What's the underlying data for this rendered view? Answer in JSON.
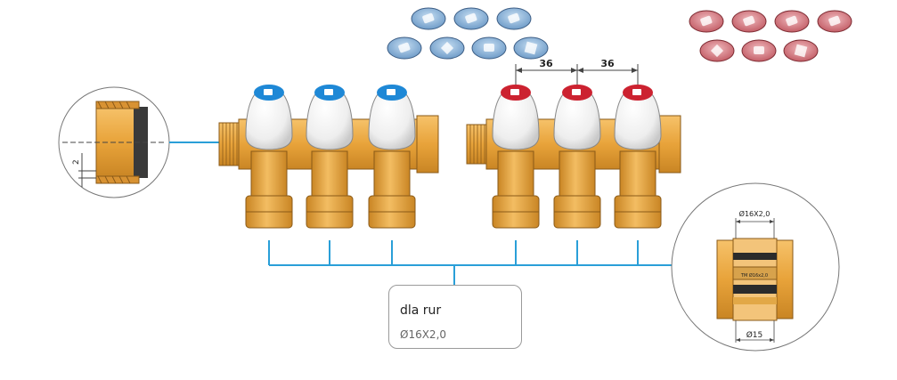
{
  "label": {
    "line1": "dla rur",
    "line2": "Ø16X2,0"
  },
  "dimensions": {
    "spacing_a": "36",
    "spacing_b": "36"
  },
  "detail_thread": {
    "dim": "2"
  },
  "detail_fitting": {
    "top_dim": "Ø16X2,0",
    "bottom_dim": "Ø15",
    "inner_text": "TM Ø16x2,0"
  },
  "colors": {
    "brass": "#e8a33a",
    "brass_dark": "#b9761c",
    "cap_white": "#f4f4f4",
    "blue_accent": "#1e88d6",
    "red_accent": "#cc2230",
    "line_blue": "#2a9fd8",
    "disc_blue": "#8fb9df",
    "disc_red": "#d9868d"
  },
  "icons": {
    "blue_discs": [
      "handle-disc-icon",
      "handle-disc-icon",
      "handle-disc-icon",
      "handle-disc-icon",
      "handle-disc-icon",
      "handle-disc-icon",
      "handle-disc-icon"
    ],
    "red_discs": [
      "handle-disc-icon",
      "handle-disc-icon",
      "handle-disc-icon",
      "handle-disc-icon",
      "handle-disc-icon",
      "handle-disc-icon",
      "handle-disc-icon"
    ]
  }
}
